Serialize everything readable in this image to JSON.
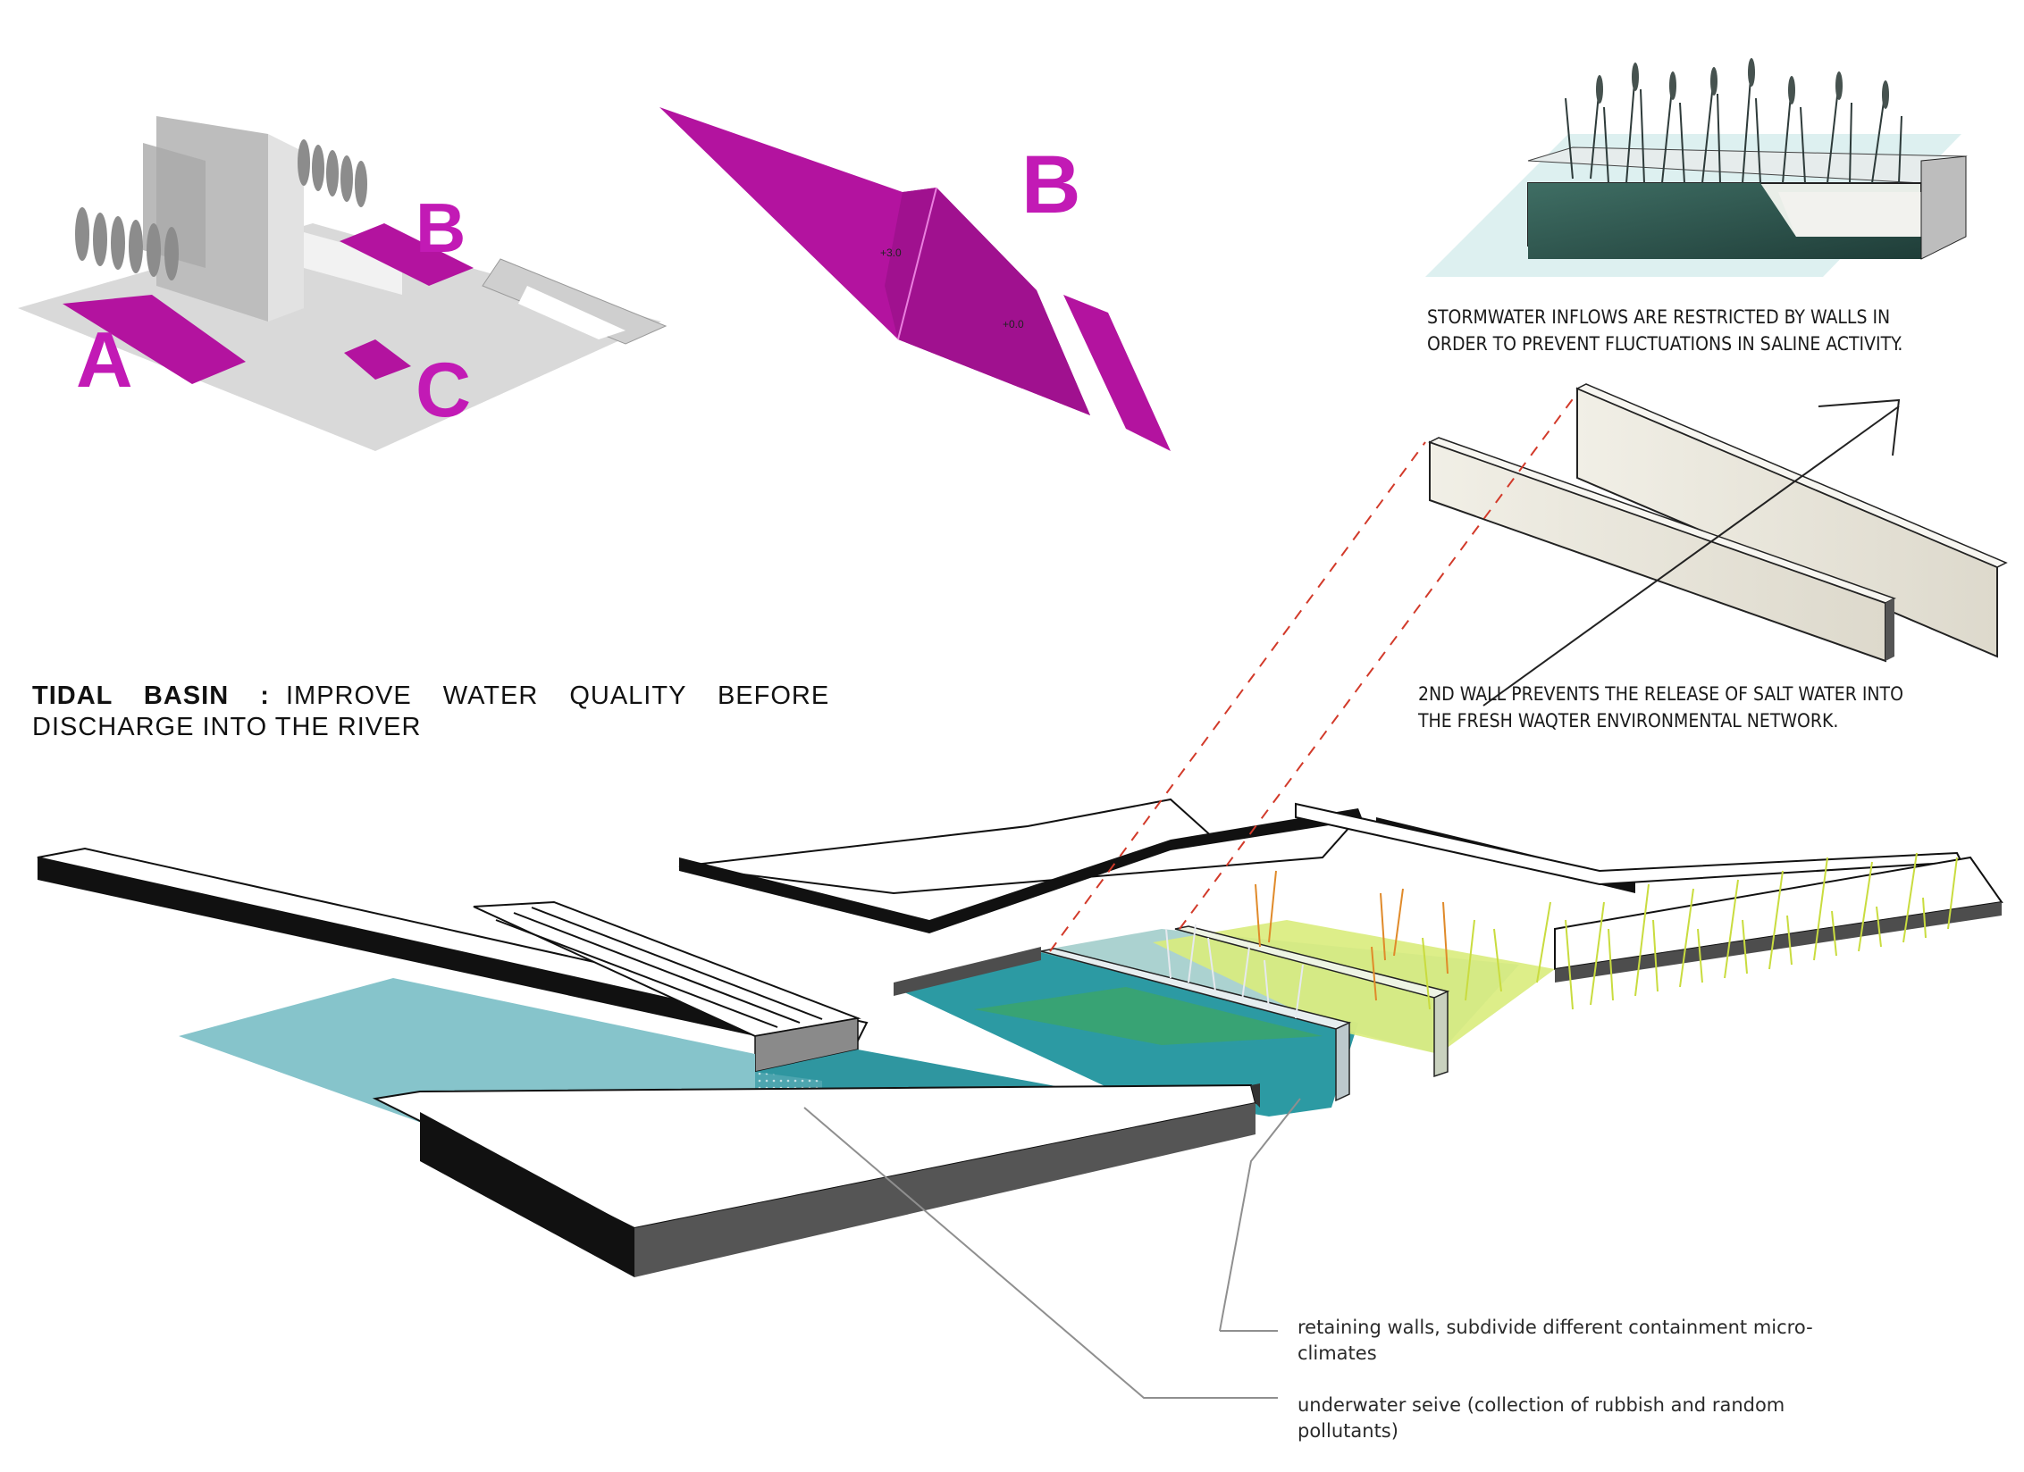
{
  "title": {
    "bold": "TIDAL BASIN :",
    "rest_line1": "IMPROVE WATER QUALITY BEFORE",
    "line2": "DISCHARGE INTO THE RIVER"
  },
  "notes": {
    "stormwater": [
      "STORMWATER INFLOWS ARE RESTRICTED BY  WALLS IN",
      "ORDER TO PREVENT FLUCTUATIONS IN SALINE ACTIVITY."
    ],
    "second_wall": [
      "2ND WALL PREVENTS THE RELEASE OF SALT WATER INTO",
      "THE FRESH WAQTER ENVIRONMENTAL NETWORK."
    ],
    "retaining": [
      "retaining walls, subdivide different containment micro-",
      "climates"
    ],
    "seive": [
      "underwater seive (collection of rubbish and random",
      "pollutants)"
    ]
  },
  "zones": {
    "a": "A",
    "b_small": "B",
    "c": "C",
    "b_large": "B"
  },
  "elevations": {
    "upper": "+3.0",
    "lower": "+0.0"
  },
  "colors": {
    "magenta": "#b3139f",
    "letter": "#c21ab5",
    "water": "#86c4cb",
    "deep_water": "#2f96a0",
    "reed_green": "#d9ec7c",
    "wall_dark": "#1a1a1a",
    "wall_grey": "#4d4d4d",
    "dash_red": "#d23a2a"
  }
}
